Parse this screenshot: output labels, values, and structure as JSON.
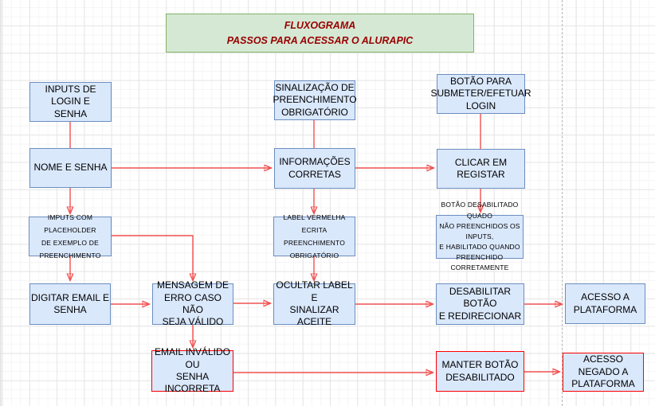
{
  "diagram": {
    "title": {
      "text": "FLUXOGRAMA\nPASSOS PARA ACESSAR O ALURAPIC"
    },
    "colors": {
      "node_fill": "#dae8fc",
      "node_border": "#6c8ebf",
      "title_fill": "#d5e8d4",
      "title_border": "#82b366",
      "title_text": "#990000",
      "error_border": "#ff0000",
      "connector": "#ff0000",
      "page_break_dash": "#b3b3b3"
    },
    "nodes": {
      "inputs_login": {
        "label": "INPUTS DE LOGIN E\nSENHA"
      },
      "sinalizacao": {
        "label": "SINALIZAÇÃO DE\nPREENCHIMENTO\nOBRIGATÓRIO"
      },
      "botao_submeter": {
        "label": "BOTÃO PARA\nSUBMETER/EFETUAR\nLOGIN"
      },
      "nome_senha": {
        "label": "NOME E SENHA"
      },
      "informacoes_corretas": {
        "label": "INFORMAÇÕES\nCORRETAS"
      },
      "clicar_registar": {
        "label": "CLICAR EM\nREGISTAR"
      },
      "imputs_placeholder": {
        "label": "IMPUTS COM PLACEHOLDER\nDE EXEMPLO DE\nPREENCHIMENTO"
      },
      "label_vermelha": {
        "label": "LABEL VERMELHA ECRITA\nPREENCHIMENTO\nOBRIGATÓRIO"
      },
      "botao_desabilitado_info": {
        "label": "BOTÃO DESABILITADO QUADO\nNÃO PREENCHIDOS OS INPUTS,\nE HABILITADO QUANDO\nPREENCHIDO CORRETAMENTE"
      },
      "digitar_email": {
        "label": "DIGITAR EMAIL E\nSENHA"
      },
      "mensagem_erro": {
        "label": "MENSAGEM DE\nERRO CASO NÃO\nSEJA VÁLIDO"
      },
      "ocultar_label": {
        "label": "OCULTAR LABEL E\nSINALIZAR ACEITE"
      },
      "desabilitar_botao": {
        "label": "DESABILITAR BOTÃO\nE REDIRECIONAR"
      },
      "acesso_plataforma": {
        "label": "ACESSO A\nPLATAFORMA"
      },
      "email_invalido": {
        "label": "EMAIL INVÁLIDO\nOU\nSENHA INCORRETA"
      },
      "manter_botao": {
        "label": "MANTER BOTÃO\nDESABILITADO"
      },
      "acesso_negado": {
        "label": "ACESSO NEGADO A\nPLATAFORMA"
      }
    },
    "edges": [
      {
        "from": "inputs_login",
        "to": "nome_senha",
        "arrow": false
      },
      {
        "from": "sinalizacao",
        "to": "informacoes_corretas",
        "arrow": false
      },
      {
        "from": "botao_submeter",
        "to": "clicar_registar",
        "arrow": false
      },
      {
        "from": "nome_senha",
        "to": "informacoes_corretas",
        "arrow": true
      },
      {
        "from": "informacoes_corretas",
        "to": "clicar_registar",
        "arrow": true
      },
      {
        "from": "nome_senha",
        "to": "imputs_placeholder",
        "arrow": true
      },
      {
        "from": "informacoes_corretas",
        "to": "label_vermelha",
        "arrow": true
      },
      {
        "from": "clicar_registar",
        "to": "botao_desabilitado_info",
        "arrow": true
      },
      {
        "from": "imputs_placeholder",
        "to": "digitar_email",
        "arrow": true
      },
      {
        "from": "imputs_placeholder",
        "to": "mensagem_erro",
        "arrow": true
      },
      {
        "from": "label_vermelha",
        "to": "ocultar_label",
        "arrow": true
      },
      {
        "from": "digitar_email",
        "to": "mensagem_erro",
        "arrow": true
      },
      {
        "from": "mensagem_erro",
        "to": "ocultar_label",
        "arrow": true
      },
      {
        "from": "ocultar_label",
        "to": "desabilitar_botao",
        "arrow": true
      },
      {
        "from": "desabilitar_botao",
        "to": "acesso_plataforma",
        "arrow": true
      },
      {
        "from": "mensagem_erro",
        "to": "email_invalido",
        "arrow": true
      },
      {
        "from": "email_invalido",
        "to": "manter_botao",
        "arrow": true
      },
      {
        "from": "manter_botao",
        "to": "acesso_negado",
        "arrow": true
      }
    ]
  }
}
